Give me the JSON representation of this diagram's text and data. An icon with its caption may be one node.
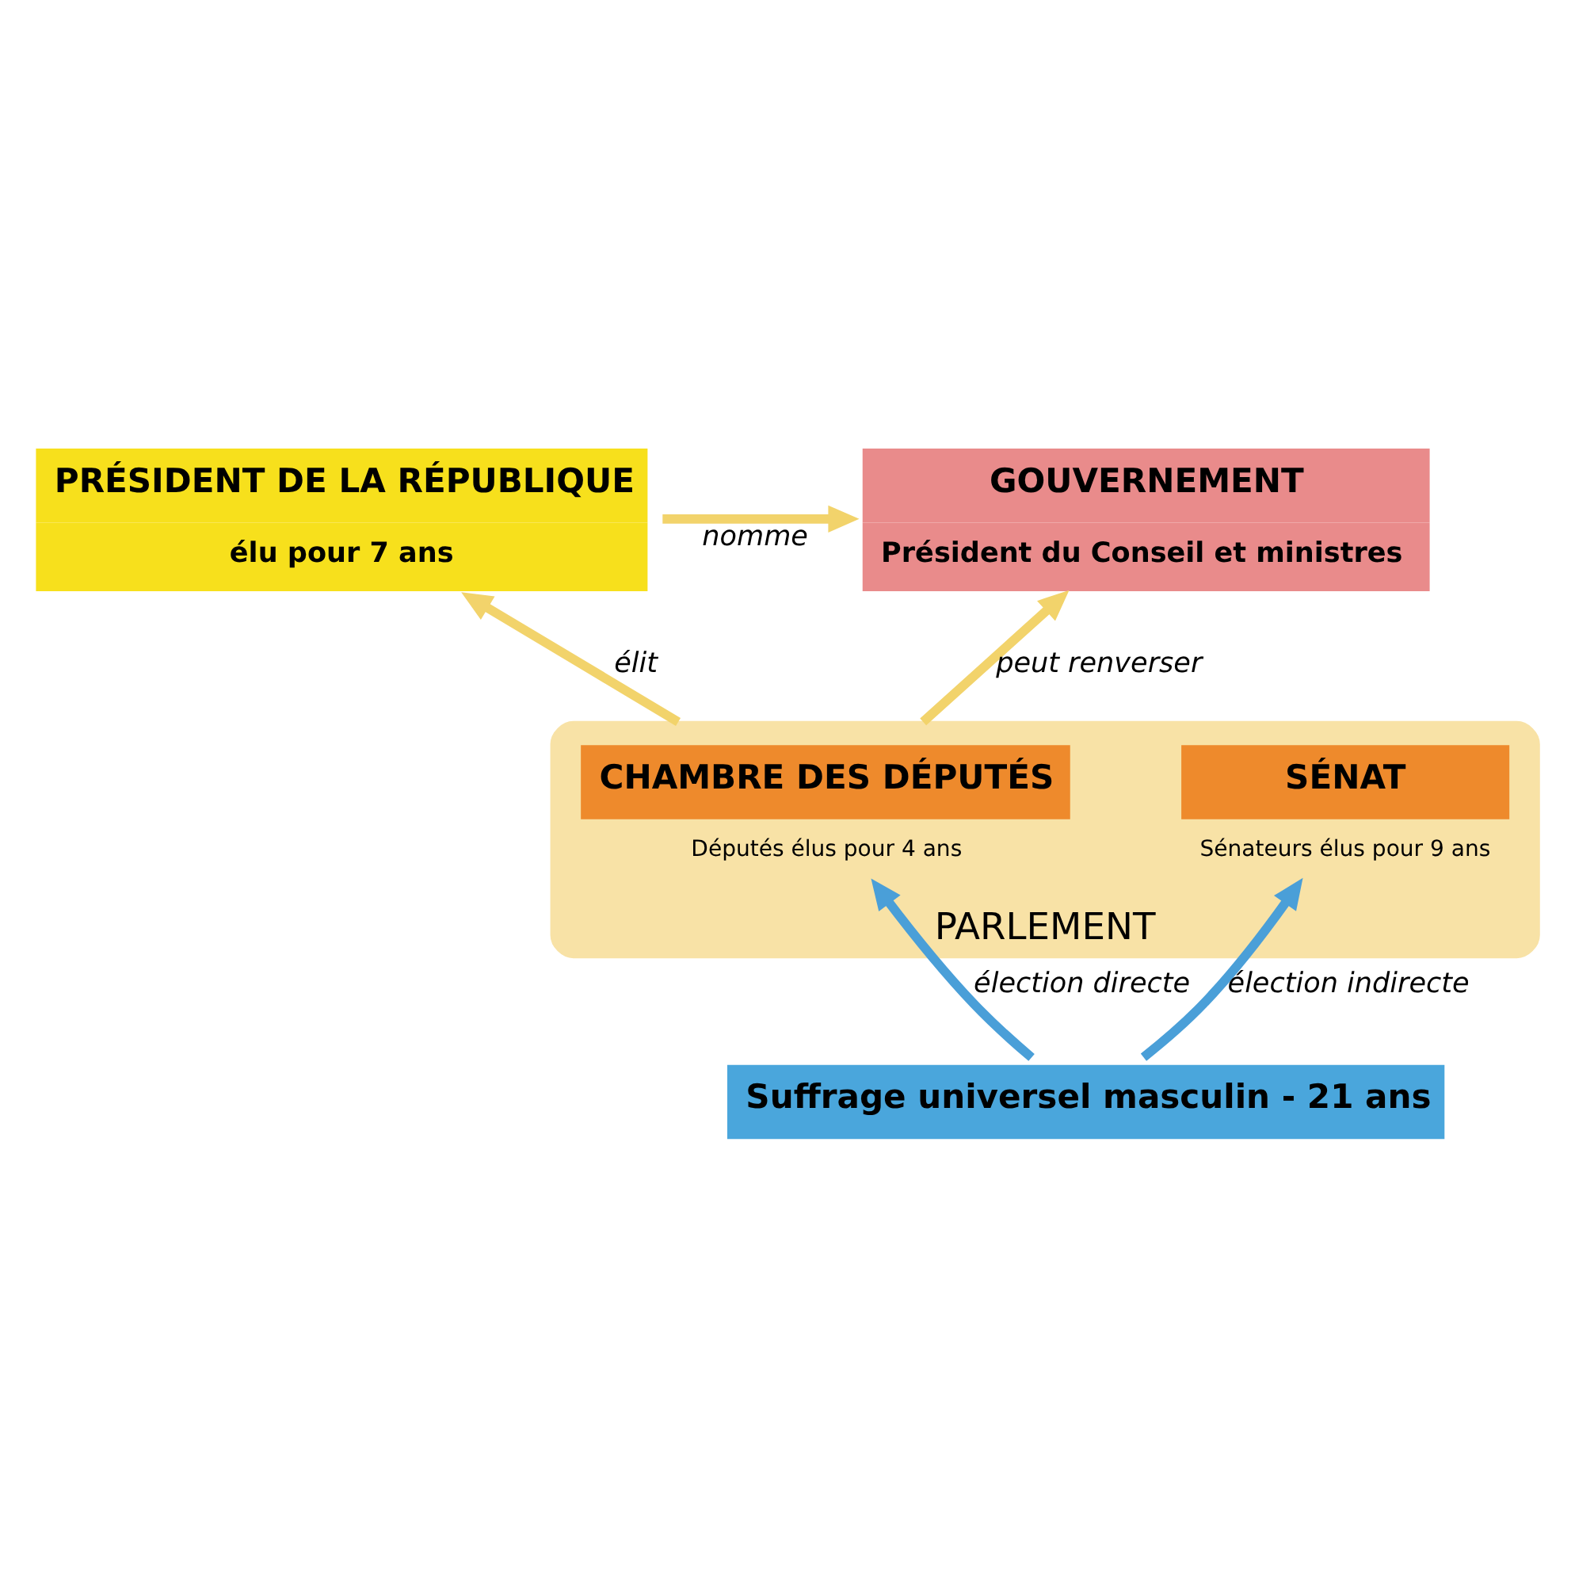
{
  "diagram": {
    "nodes": [
      {
        "text": [
          "PRÉSIDENT DE LA RÉPUBLIQUE",
          "élu pour 7 ans"
        ]
      },
      {
        "text": [
          "GOUVERNEMENT",
          "Président du Conseil et ministres"
        ]
      },
      {
        "text": [
          "PARLEMENT"
        ]
      },
      {
        "text": [
          "CHAMBRE DES DÉPUTÉS"
        ],
        "in": 2,
        "beside": [
          "Députés élus pour 4 ans"
        ]
      },
      {
        "text": [
          "SÉNAT"
        ],
        "in": 2,
        "beside": [
          "Sénateurs élus pour 9 ans"
        ]
      },
      {
        "text": [
          "Suffrage universel masculin - 21 ans"
        ]
      }
    ],
    "edges": [
      {
        "from": 0,
        "to": 1,
        "arrow": "to",
        "label": "nomme"
      },
      {
        "from": 2,
        "to": 0,
        "arrow": "to",
        "label": "élit"
      },
      {
        "from": 2,
        "to": 1,
        "arrow": "to",
        "label": "peut renverser"
      },
      {
        "from": 5,
        "to": 3,
        "arrow": "to",
        "label": "élection directe",
        "color": "#4a9fd8"
      },
      {
        "from": 5,
        "to": 4,
        "arrow": "to",
        "label": "élection indirecte",
        "color": "#4a9fd8"
      }
    ]
  }
}
